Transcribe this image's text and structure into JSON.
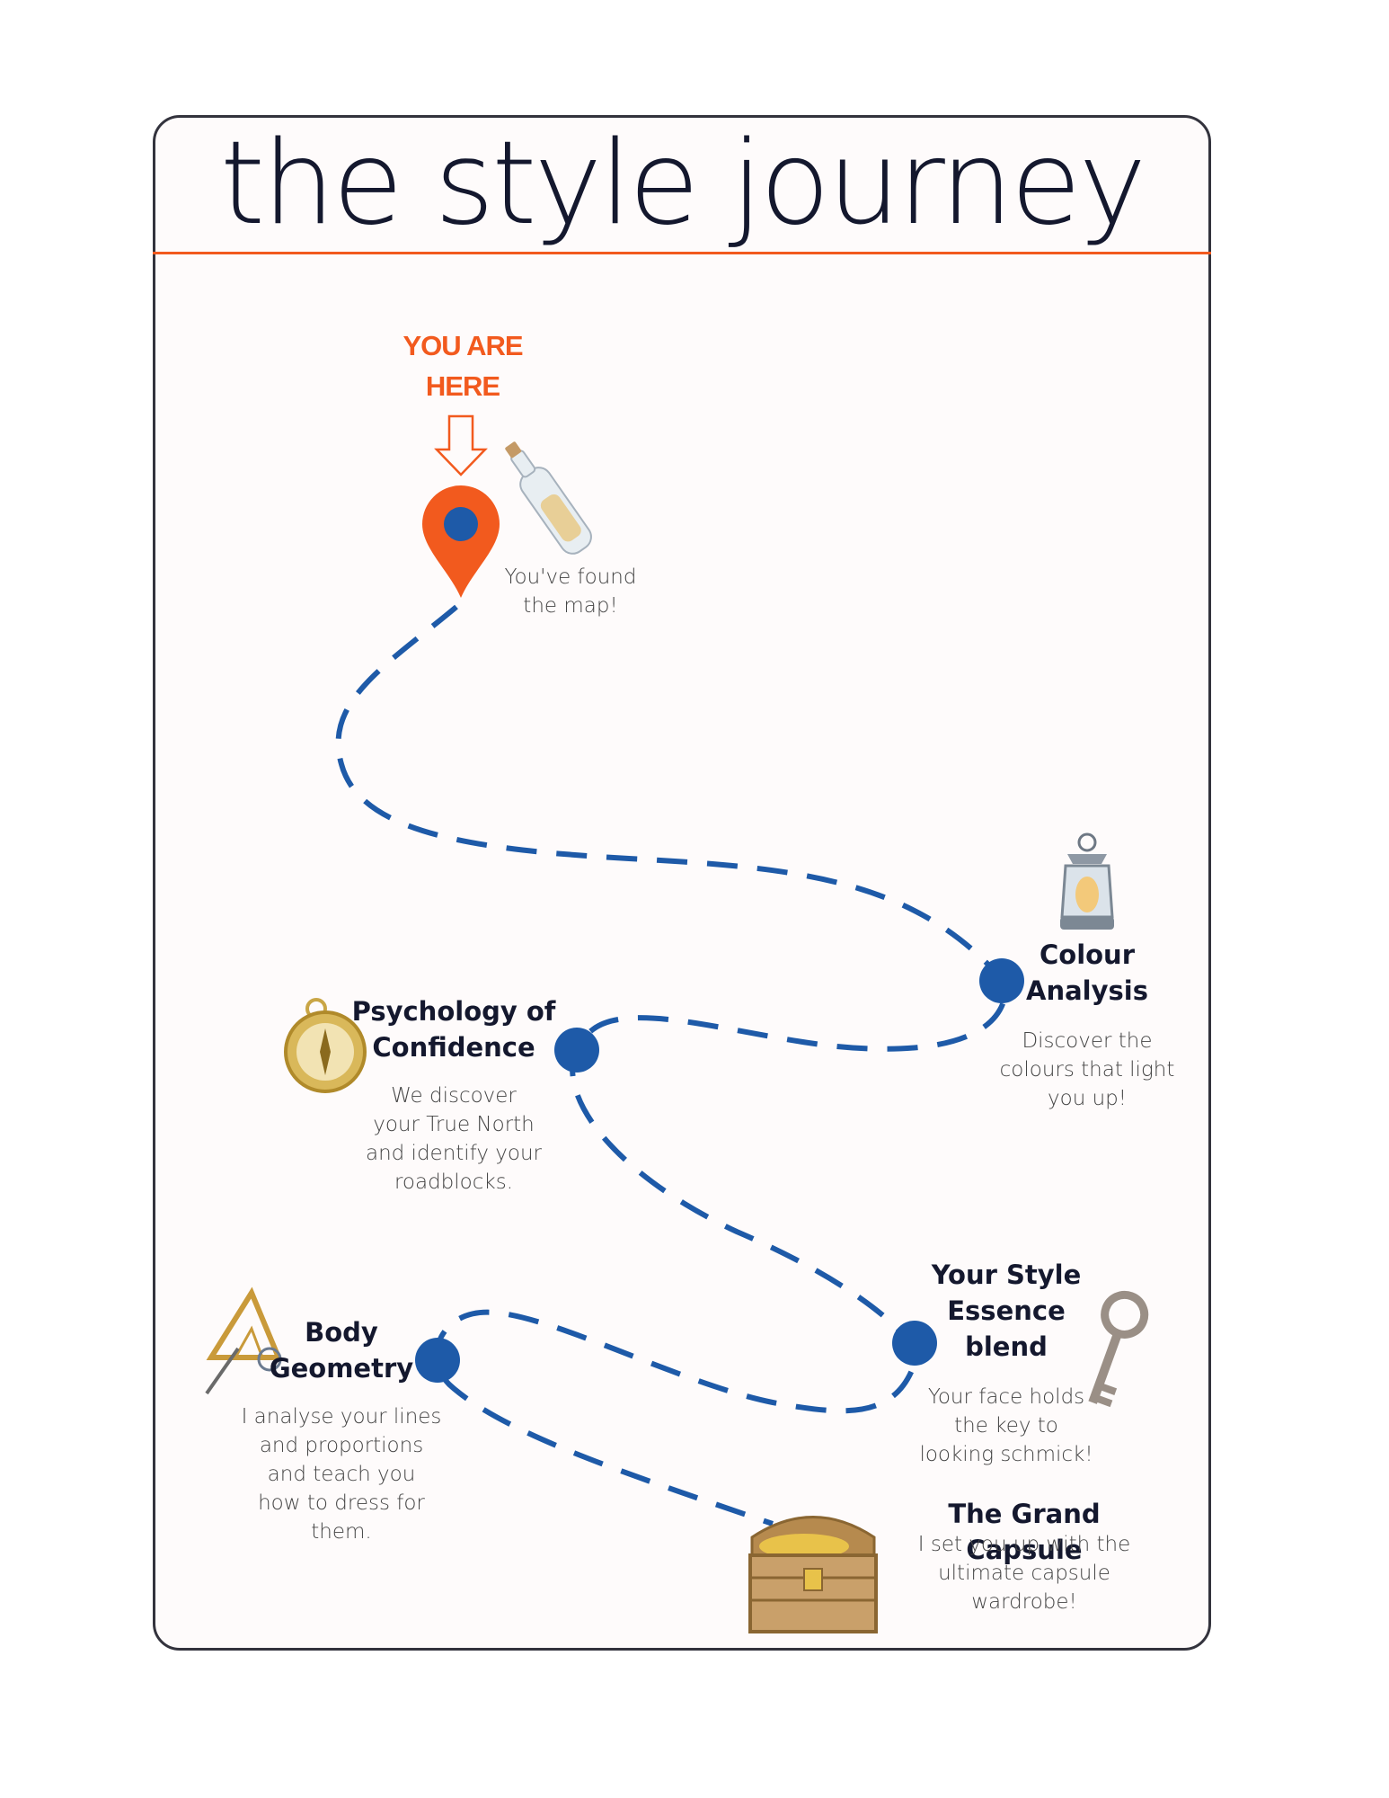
{
  "title": "the style journey",
  "marker": {
    "label_line1": "YOU ARE",
    "label_line2": "HERE",
    "note_line1": "You've found",
    "note_line2": "the map!"
  },
  "stops": [
    {
      "title_lines": [
        "Colour",
        "Analysis"
      ],
      "desc_lines": [
        "Discover the",
        "colours that light",
        "you up!"
      ],
      "icon": "lantern-icon"
    },
    {
      "title_lines": [
        "Psychology of",
        "Confidence"
      ],
      "desc_lines": [
        "We discover",
        "your True North",
        "and identify your",
        "roadblocks."
      ],
      "icon": "compass-icon"
    },
    {
      "title_lines": [
        "Your Style",
        "Essence",
        "blend"
      ],
      "desc_lines": [
        "Your face holds",
        "the key to",
        "looking schmick!"
      ],
      "icon": "key-icon"
    },
    {
      "title_lines": [
        "Body",
        "Geometry"
      ],
      "desc_lines": [
        "I analyse your lines",
        "and proportions",
        "and teach you",
        "how to dress for",
        "them."
      ],
      "icon": "set-square-icon"
    },
    {
      "title_lines": [
        "The Grand Capsule"
      ],
      "desc_lines": [
        "I set you up with the",
        "ultimate capsule",
        "wardrobe!"
      ],
      "icon": "treasure-chest-icon"
    }
  ],
  "colors": {
    "accent": "#f25a1e",
    "path": "#1e5aa8",
    "text": "#14182e",
    "border": "#33333d"
  }
}
